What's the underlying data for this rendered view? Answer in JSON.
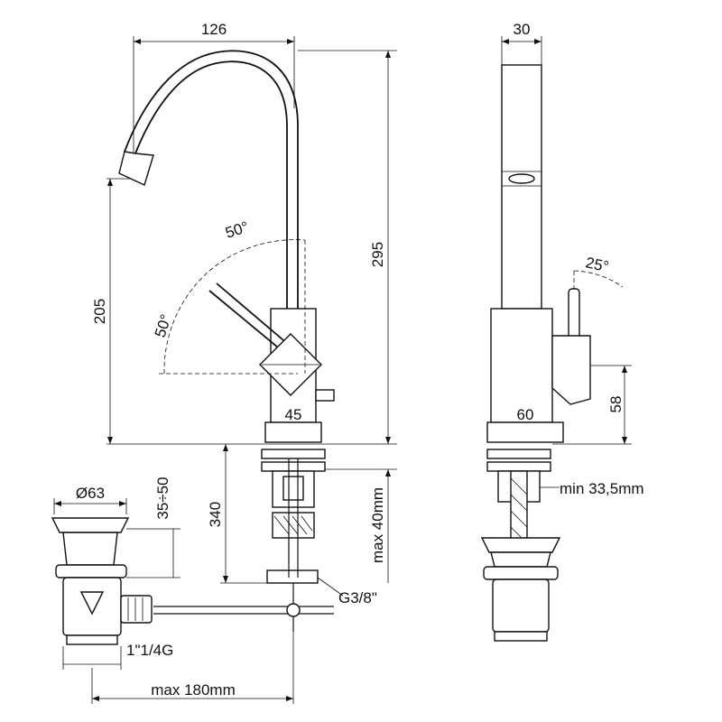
{
  "dimensions": {
    "spout_reach": "126",
    "side_width": "30",
    "total_height": "295",
    "spout_height": "205",
    "lever_angle_front": "50°",
    "lever_angle_side": "50°",
    "lever_angle_tilt": "25°",
    "front_body_width": "45",
    "side_base_width": "60",
    "side_lever_height": "58",
    "shank_length": "340",
    "max_deck": "max 40mm",
    "min_deck": "min 33,5mm",
    "connection": "G3/8\"",
    "waste_diameter": "Ø63",
    "waste_height": "35÷50",
    "waste_thread": "1\"1/4G",
    "max_rod": "max 180mm"
  }
}
